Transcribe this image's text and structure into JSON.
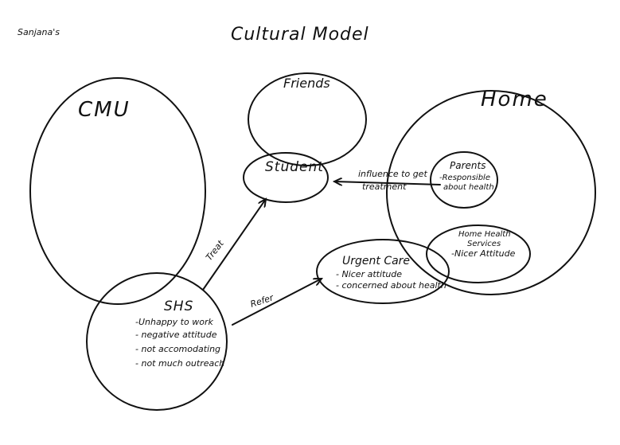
{
  "header": {
    "author": "Sanjana's",
    "title": "Cultural Model"
  },
  "nodes": {
    "cmu": {
      "label": "CMU"
    },
    "friends": {
      "label": "Friends"
    },
    "home": {
      "label": "Home"
    },
    "student": {
      "label": "Student"
    },
    "parents": {
      "label": "Parents",
      "notes": [
        "-Responsible",
        "about health"
      ]
    },
    "home_health": {
      "label_lines": [
        "Home Health",
        "Services"
      ],
      "notes": [
        "-Nicer Attitude"
      ]
    },
    "urgent_care": {
      "label": "Urgent Care",
      "notes": [
        "- Nicer attitude",
        "- concerned about health"
      ]
    },
    "shs": {
      "label": "SHS",
      "notes": [
        "-Unhappy to work",
        "- negative attitude",
        "- not accomodating",
        "- not much outreach"
      ]
    }
  },
  "edges": {
    "influence": {
      "lines": [
        "influence to get",
        "treatment"
      ]
    },
    "treat": {
      "label": "Treat"
    },
    "refer": {
      "label": "Refer"
    }
  }
}
